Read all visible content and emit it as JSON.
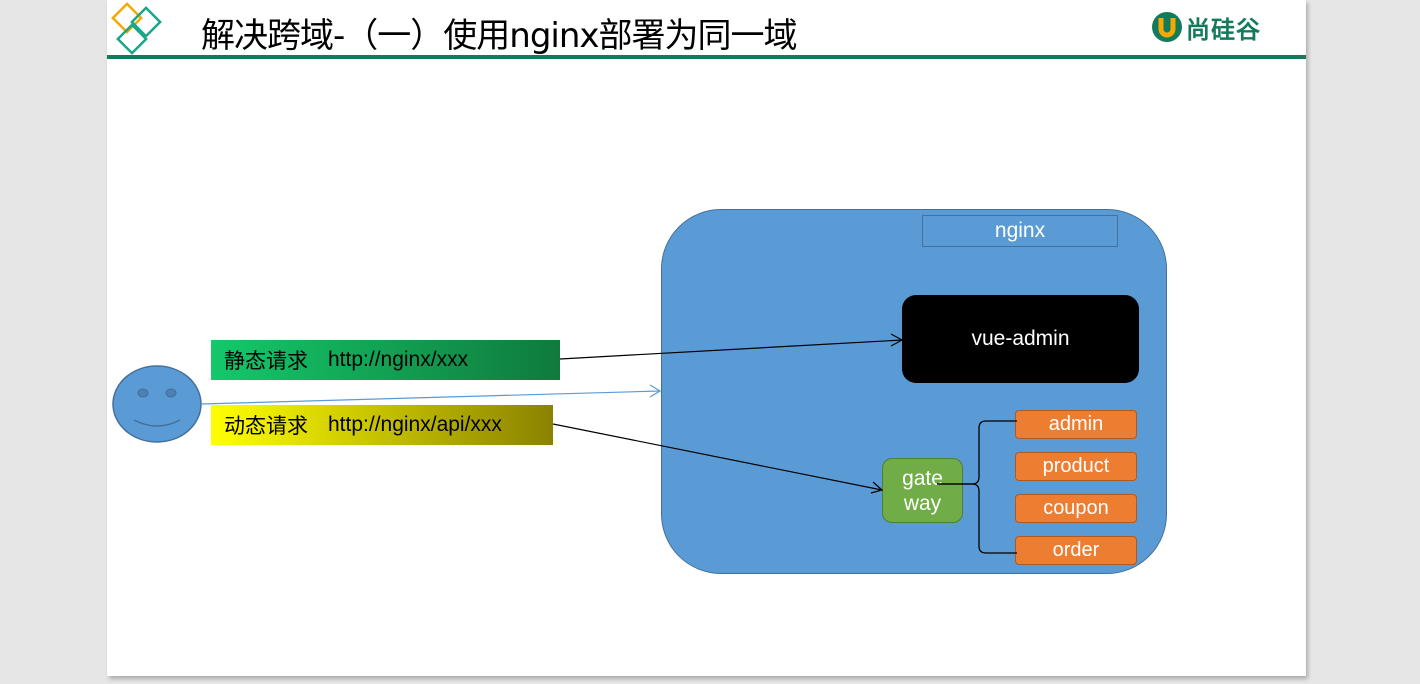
{
  "slide": {
    "title": "解决跨域-（一）使用nginx部署为同一域",
    "brand": {
      "name": "尚硅谷",
      "colors": {
        "primary": "#137a5b",
        "accent": "#f5a800"
      }
    }
  },
  "diagram": {
    "client": {
      "icon": "smiley-face-icon",
      "color": "#5b9bd5"
    },
    "requests": [
      {
        "type": "静态请求",
        "url": "http://nginx/xxx",
        "target": "vue-admin"
      },
      {
        "type": "动态请求",
        "url": "http://nginx/api/xxx",
        "target": "gateway"
      }
    ],
    "nginx": {
      "label": "nginx",
      "static_app": "vue-admin",
      "gateway": {
        "line1": "gate",
        "line2": "way"
      },
      "services": [
        "admin",
        "product",
        "coupon",
        "order"
      ]
    },
    "colors": {
      "nginx": "#5b9bd5",
      "gateway": "#70ad47",
      "service": "#ed7d31",
      "vue_admin": "#000000",
      "static_req": "#14c86b",
      "dynamic_req": "#ffff00"
    }
  }
}
